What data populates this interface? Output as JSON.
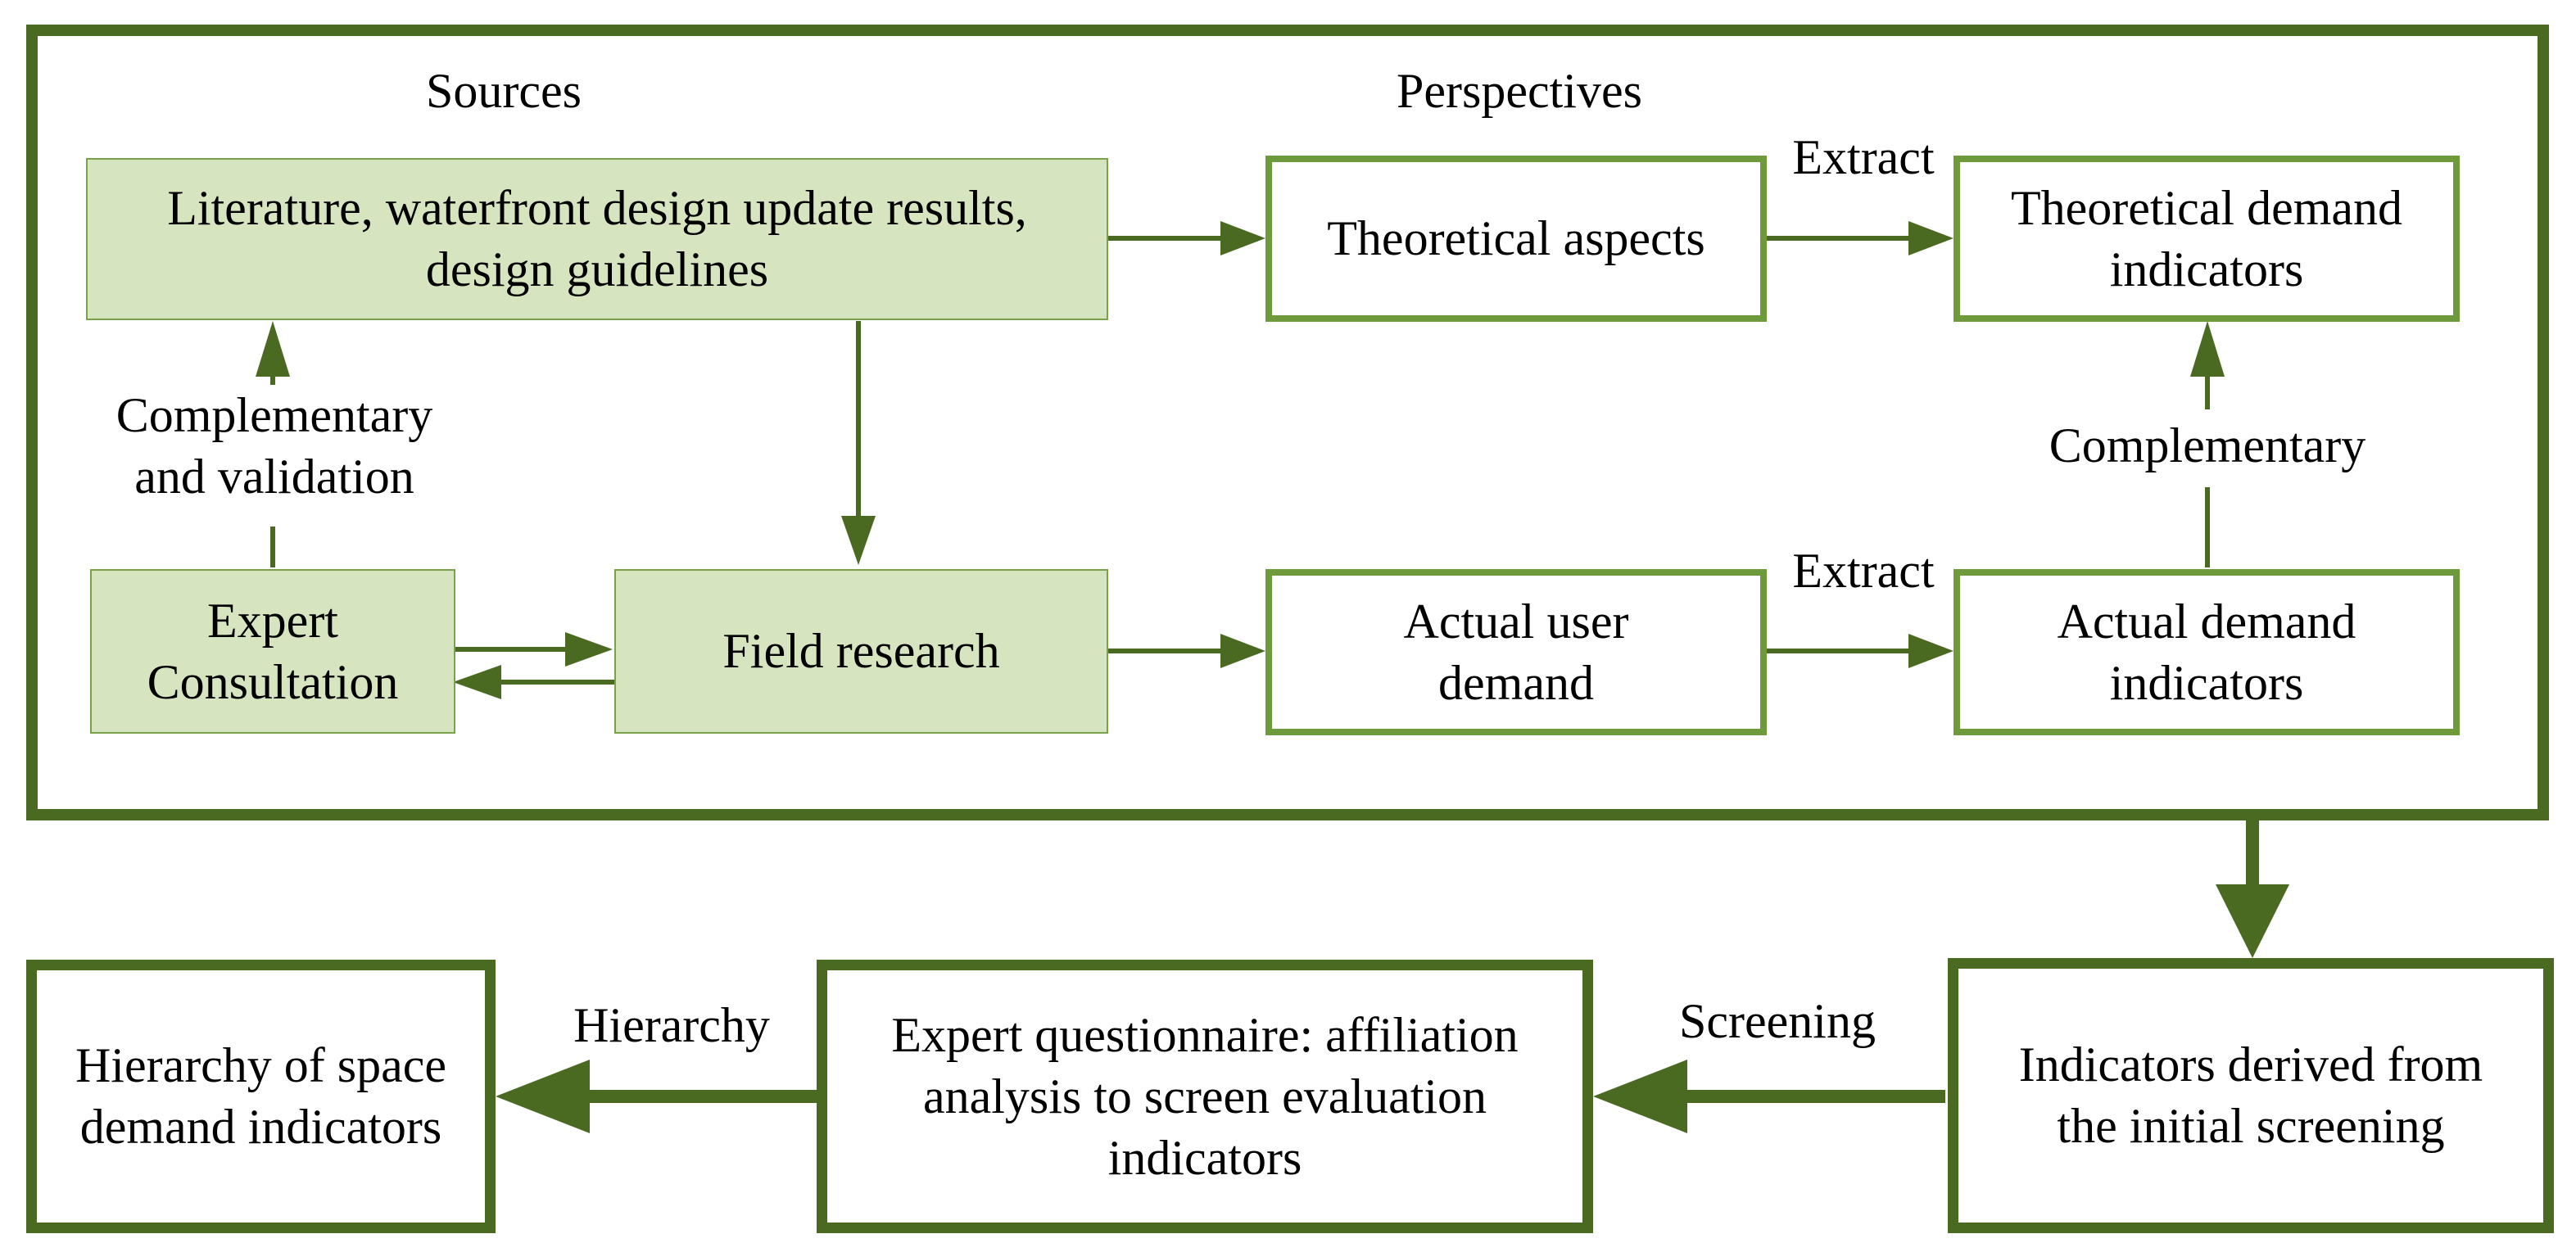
{
  "headers": {
    "sources": "Sources",
    "perspectives": "Perspectives"
  },
  "nodes": {
    "literature": "Literature, waterfront design update results, design guidelines",
    "expert_consultation": "Expert Consultation",
    "field_research": "Field research",
    "theoretical_aspects": "Theoretical aspects",
    "actual_user_demand": "Actual user demand",
    "theoretical_indicators": "Theoretical demand indicators",
    "actual_indicators": "Actual demand indicators",
    "initial_screening": "Indicators derived from the initial screening",
    "expert_questionnaire": "Expert questionnaire: affiliation analysis to screen evaluation indicators",
    "hierarchy_indicators": "Hierarchy of space demand indicators"
  },
  "edge_labels": {
    "complementary_validation": "Complementary and validation",
    "extract_top": "Extract",
    "extract_bottom": "Extract",
    "complementary": "Complementary",
    "screening": "Screening",
    "hierarchy": "Hierarchy"
  },
  "colors": {
    "fill_light_green": "#d6e5c0",
    "border_green": "#6e9a3c",
    "dark_green": "#4a6a22"
  }
}
